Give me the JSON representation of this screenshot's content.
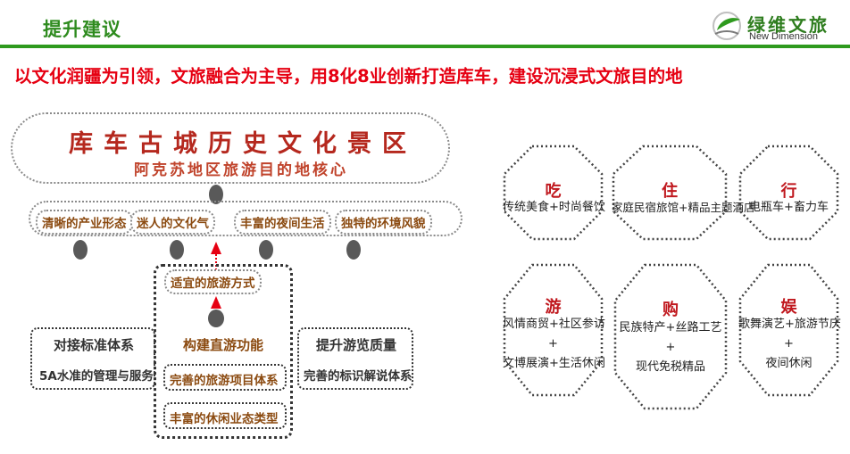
{
  "header": {
    "title": "提升建议",
    "logo_cn": "绿维文旅",
    "logo_en": "New Dimension",
    "accent_color": "#2e9a1e"
  },
  "subtitle": "以文化润疆为引领，文旅融合为主导，用8化8业创新打造库车，建设沉浸式文旅目的地",
  "diagram": {
    "main_title": "库车古城历史文化景区",
    "main_subtitle": "阿克苏地区旅游目的地核心",
    "features": [
      "清晰的产业形态",
      "迷人的文化气",
      "丰富的夜间生活",
      "独特的环境风貌"
    ],
    "way": "适宜的旅游方式",
    "center_title": "构建直游功能",
    "center_items": [
      "完善的旅游项目体系",
      "丰富的休闲业态类型"
    ],
    "left_title": "对接标准体系",
    "left_item": "5A水准的管理与服务",
    "right_title": "提升游览质量",
    "right_item": "完善的标识解说体系"
  },
  "elements": [
    {
      "title": "吃",
      "lines": [
        "传统美食+时尚餐饮"
      ]
    },
    {
      "title": "住",
      "lines": [
        "家庭民宿旅馆+精品主题酒店"
      ]
    },
    {
      "title": "行",
      "lines": [
        "电瓶车+畜力车"
      ]
    },
    {
      "title": "游",
      "lines": [
        "风情商贸+社区参访",
        "+",
        "文博展演+生活休闲"
      ]
    },
    {
      "title": "购",
      "lines": [
        "民族特产+丝路工艺",
        "+",
        "现代免税精品"
      ]
    },
    {
      "title": "娱",
      "lines": [
        "歌舞演艺+旅游节庆",
        "+",
        "夜间休闲"
      ]
    }
  ]
}
